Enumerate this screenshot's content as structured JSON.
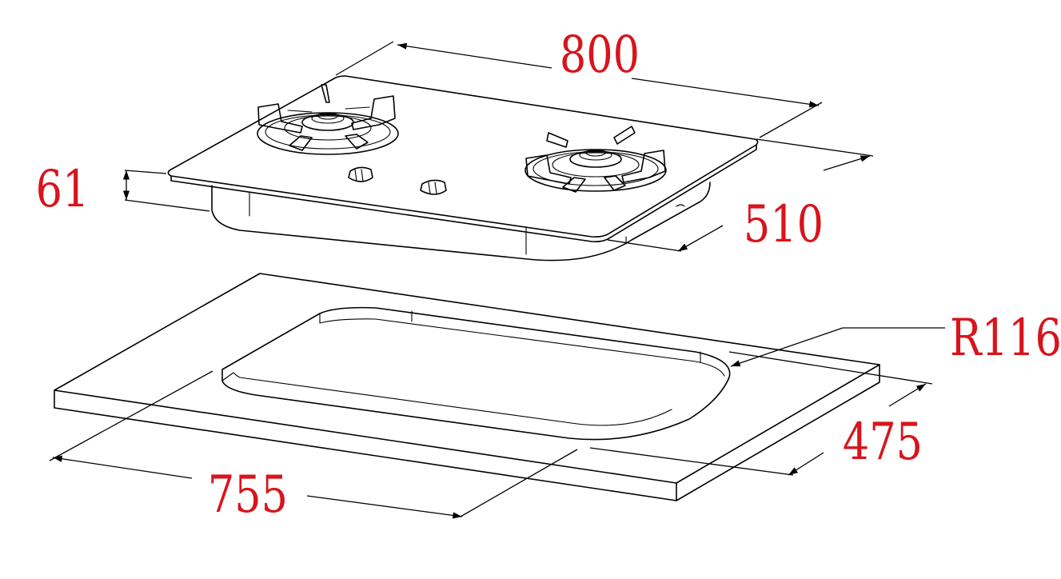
{
  "dimensions": {
    "width_label": "800",
    "height_label": "61",
    "depth_label": "510",
    "radius_label": "R116",
    "cutout_depth_label": "475",
    "cutout_width_label": "755"
  },
  "colors": {
    "dimension_text": "#d8141c",
    "line": "#000000",
    "background": "#ffffff"
  }
}
